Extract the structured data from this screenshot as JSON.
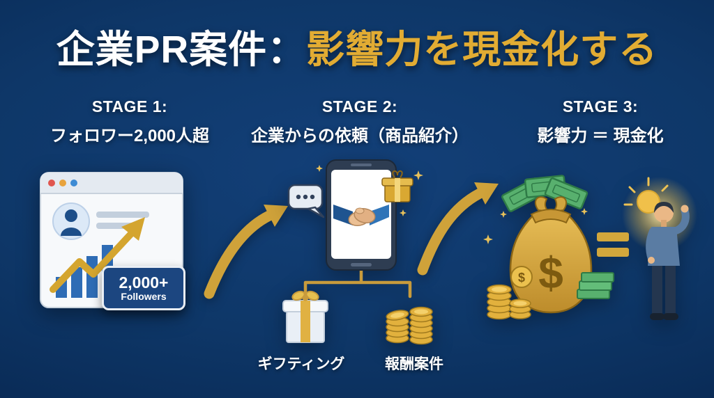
{
  "title": {
    "prefix": "企業PR案件：",
    "highlight": "影響力を現金化する"
  },
  "stage1": {
    "label": "STAGE 1:",
    "subtitle": "フォロワー2,000人超",
    "badge": {
      "number": "2,000+",
      "caption": "Followers"
    }
  },
  "stage2": {
    "label": "STAGE 2:",
    "subtitle": "企業からの依頼（商品紹介）",
    "branch_left": "ギフティング",
    "branch_right": "報酬案件"
  },
  "stage3": {
    "label": "STAGE 3:",
    "subtitle": "影響力 ＝ 現金化",
    "money_symbol": "$",
    "coin_symbol": "$"
  },
  "icons": {
    "stage1": "browser-window-with-growth-chart",
    "stage2": "smartphone-handshake-with-chat-and-gift",
    "stage2_branch_left": "gift-box",
    "stage2_branch_right": "coin-stacks",
    "stage3": "money-bag-equals-person-with-idea-glow",
    "connectors": [
      "curved-gold-arrow",
      "curved-gold-arrow",
      "gold-bracket"
    ]
  },
  "colors": {
    "background": "#0e3768",
    "gold": "#d2a73c",
    "title_gold": "#e2ac33",
    "text": "#ffffff",
    "money_green": "#58b06e",
    "navy_badge": "#1c4680"
  }
}
